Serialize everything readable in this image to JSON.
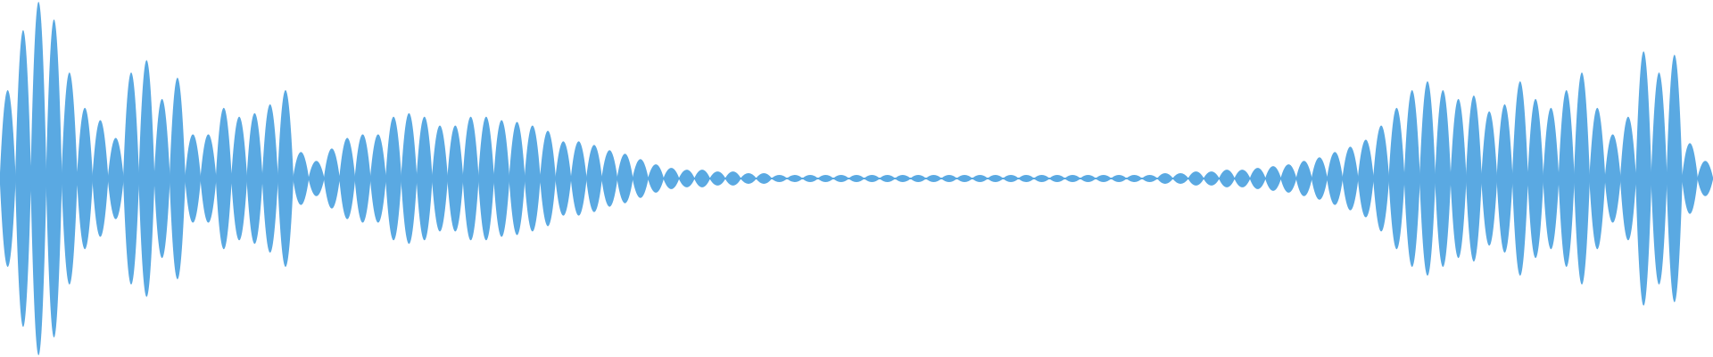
{
  "waveform": {
    "color": "#5aa9e2",
    "background": "#ffffff",
    "blip_peaks": [
      0.5,
      0.84,
      1.0,
      0.9,
      0.6,
      0.4,
      0.33,
      0.23,
      0.6,
      0.67,
      0.45,
      0.57,
      0.25,
      0.25,
      0.4,
      0.35,
      0.37,
      0.42,
      0.5,
      0.15,
      0.1,
      0.17,
      0.23,
      0.25,
      0.25,
      0.35,
      0.37,
      0.35,
      0.3,
      0.3,
      0.35,
      0.35,
      0.33,
      0.32,
      0.3,
      0.27,
      0.21,
      0.21,
      0.19,
      0.16,
      0.14,
      0.11,
      0.08,
      0.06,
      0.05,
      0.05,
      0.04,
      0.04,
      0.03,
      0.03,
      0.02,
      0.02,
      0.02,
      0.02,
      0.02,
      0.02,
      0.02,
      0.02,
      0.02,
      0.02,
      0.02,
      0.02,
      0.02,
      0.02,
      0.02,
      0.02,
      0.02,
      0.02,
      0.02,
      0.02,
      0.02,
      0.02,
      0.02,
      0.02,
      0.02,
      0.03,
      0.03,
      0.04,
      0.04,
      0.05,
      0.05,
      0.06,
      0.07,
      0.08,
      0.1,
      0.12,
      0.15,
      0.18,
      0.22,
      0.3,
      0.4,
      0.5,
      0.55,
      0.5,
      0.45,
      0.47,
      0.38,
      0.42,
      0.55,
      0.45,
      0.4,
      0.5,
      0.6,
      0.4,
      0.25,
      0.35,
      0.72,
      0.6,
      0.7,
      0.2,
      0.1
    ]
  }
}
